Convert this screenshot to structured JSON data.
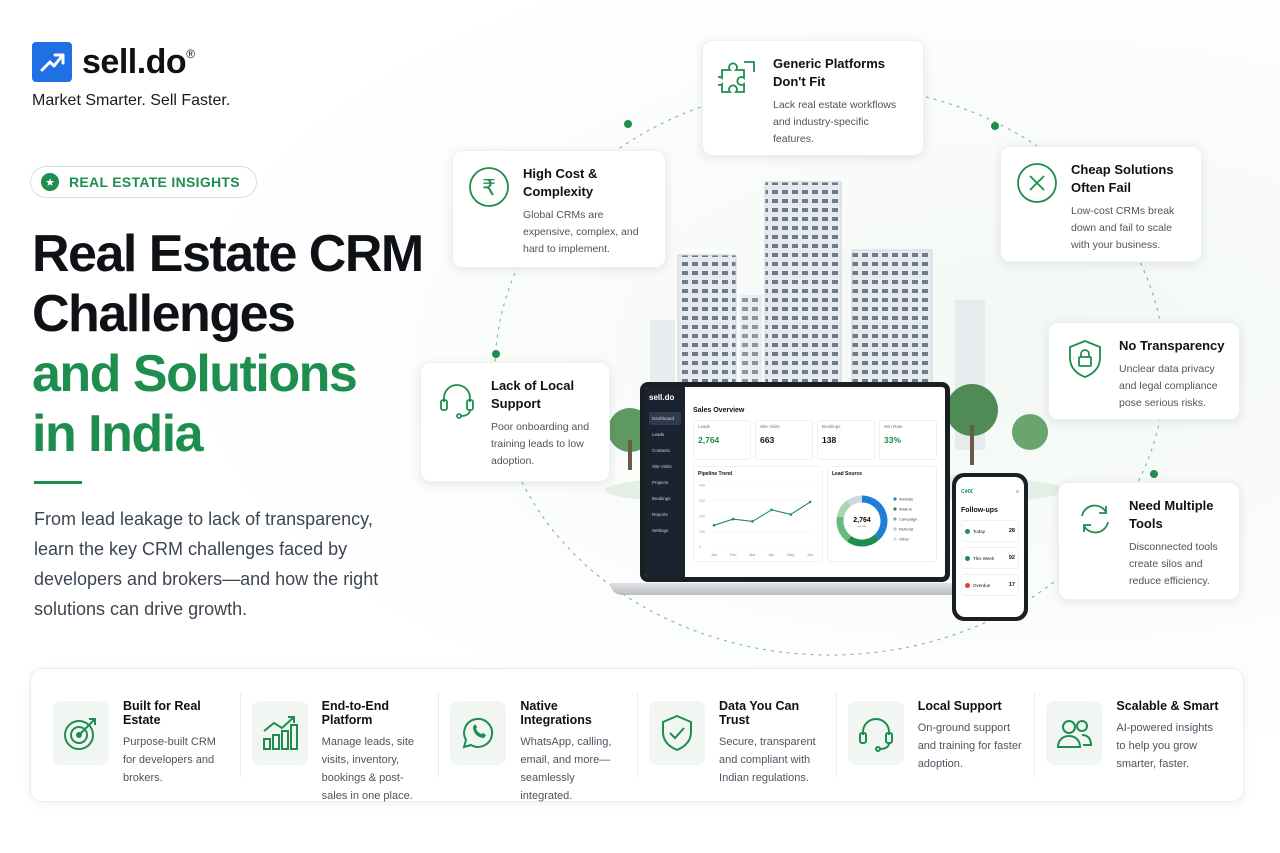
{
  "brand": {
    "name": "sell.do",
    "reg": "®",
    "tagline": "Market Smarter. Sell Faster."
  },
  "badge": {
    "label": "REAL ESTATE INSIGHTS"
  },
  "headline": {
    "line1": "Real Estate CRM",
    "line2": "Challenges",
    "line3": "and Solutions",
    "line4": "in India"
  },
  "intro": "From lead leakage to lack of transparency, learn the key CRM challenges faced by developers and brokers—and how the right solutions can drive growth.",
  "challenges": [
    {
      "title": "Generic Platforms Don't Fit",
      "desc": "Lack real estate workflows and industry-specific features.",
      "icon": "puzzle-icon"
    },
    {
      "title": "High Cost & Complexity",
      "desc": "Global CRMs are expensive, complex, and hard to implement.",
      "icon": "rupee-icon"
    },
    {
      "title": "Cheap Solutions Often Fail",
      "desc": "Low-cost CRMs break down and fail to scale with your business.",
      "icon": "close-circle-icon"
    },
    {
      "title": "No Transparency",
      "desc": "Unclear data privacy and legal compliance pose serious risks.",
      "icon": "shield-lock-icon"
    },
    {
      "title": "Lack of Local Support",
      "desc": "Poor onboarding and training leads to low adoption.",
      "icon": "headset-icon"
    },
    {
      "title": "Need Multiple Tools",
      "desc": "Disconnected tools create silos and reduce efficiency.",
      "icon": "sync-icon"
    }
  ],
  "dashboard": {
    "brand": "sell.do",
    "nav": [
      "Dashboard",
      "Leads",
      "Contacts",
      "Site Visits",
      "Projects",
      "Bookings",
      "Reports",
      "Settings"
    ],
    "title": "Sales Overview",
    "kpis": [
      {
        "label": "Leads",
        "value": "2,764"
      },
      {
        "label": "Site Visits",
        "value": "663"
      },
      {
        "label": "Bookings",
        "value": "138"
      },
      {
        "label": "Win Rate",
        "value": "33%"
      }
    ],
    "pipeline": {
      "title": "Pipeline Trend",
      "months": [
        "Jan",
        "Feb",
        "Mar",
        "Apr",
        "May",
        "Jun"
      ],
      "y_ticks": [
        "400",
        "300",
        "200",
        "100",
        "0"
      ],
      "values": [
        140,
        180,
        165,
        240,
        210,
        290
      ]
    },
    "lead_source": {
      "title": "Lead Source",
      "center_value": "2,764",
      "center_label": "Leads",
      "legend": [
        "Website",
        "Walk-in",
        "Campaign",
        "Referral",
        "Other"
      ],
      "shares": [
        0.38,
        0.22,
        0.18,
        0.12,
        0.1
      ],
      "colors": [
        "#1f7fd6",
        "#1e8e4e",
        "#67b97d",
        "#a8d5b4",
        "#cfd8dc"
      ]
    }
  },
  "phone": {
    "brand": "Cıl€€",
    "title": "Follow-ups",
    "rows": [
      {
        "label": "Today",
        "count": "28",
        "color": "#1e8e4e"
      },
      {
        "label": "This Week",
        "count": "92",
        "color": "#1e8e4e"
      },
      {
        "label": "Overdue",
        "count": "17",
        "color": "#d64545"
      }
    ]
  },
  "features": [
    {
      "title": "Built for Real Estate",
      "desc": "Purpose-built CRM for developers and brokers.",
      "icon": "target-icon"
    },
    {
      "title": "End-to-End Platform",
      "desc": "Manage leads, site visits, inventory, bookings & post-sales in one place.",
      "icon": "bar-growth-icon"
    },
    {
      "title": "Native Integrations",
      "desc": "WhatsApp, calling, email, and more—seamlessly integrated.",
      "icon": "whatsapp-icon"
    },
    {
      "title": "Data You Can Trust",
      "desc": "Secure, transparent and compliant with Indian regulations.",
      "icon": "shield-check-icon"
    },
    {
      "title": "Local Support",
      "desc": "On-ground support and training for faster adoption.",
      "icon": "headset-icon"
    },
    {
      "title": "Scalable & Smart",
      "desc": "AI-powered insights to help you grow smarter, faster.",
      "icon": "users-icon"
    }
  ],
  "colors": {
    "brand_blue": "#1f6fe5",
    "accent_green": "#1e8e4e",
    "text_dark": "#0e1116"
  }
}
